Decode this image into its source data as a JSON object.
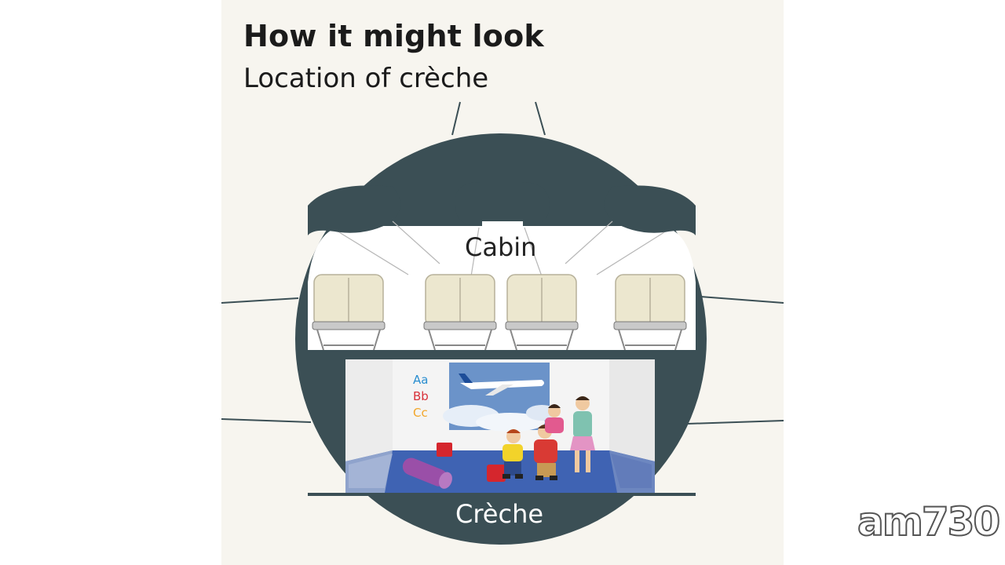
{
  "header": {
    "title": "How it might look",
    "subtitle": "Location of crèche"
  },
  "labels": {
    "cabin": "Cabin",
    "creche": "Crèche"
  },
  "alphabet": {
    "aa": "Aa",
    "bb": "Bb",
    "cc": "Cc"
  },
  "colors": {
    "fuselage": "#3b4f55",
    "seat": "#ece7cf",
    "floor_blue": "#3f63b3",
    "aa": "#2a8ed0",
    "bb": "#d8323a",
    "cc": "#f2a62a"
  },
  "watermark": {
    "text": "am730"
  }
}
